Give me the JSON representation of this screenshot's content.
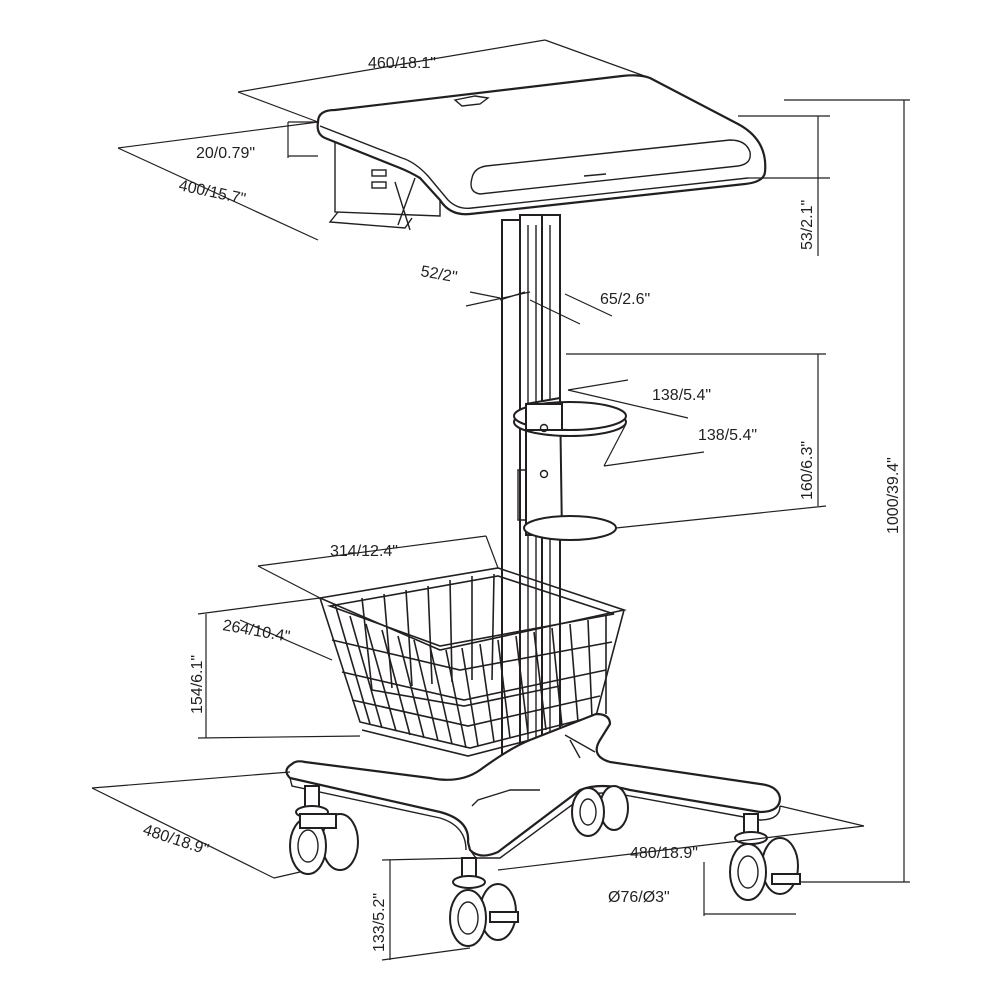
{
  "diagram": {
    "labels": {
      "top_width": "460/18.1\"",
      "top_thickness": "20/0.79\"",
      "top_depth": "400/15.7\"",
      "lip_height": "53/2.1\"",
      "column_depth": "52/2\"",
      "column_width": "65/2.6\"",
      "holder_width_a": "138/5.4\"",
      "holder_width_b": "138/5.4\"",
      "holder_height": "160/6.3\"",
      "total_height": "1000/39.4\"",
      "basket_width": "314/12.4\"",
      "basket_depth": "264/10.4\"",
      "basket_height": "154/6.1\"",
      "base_depth": "480/18.9\"",
      "base_width": "480/18.9\"",
      "caster_diameter": "Ø76/Ø3\"",
      "caster_height": "133/5.2\""
    }
  }
}
